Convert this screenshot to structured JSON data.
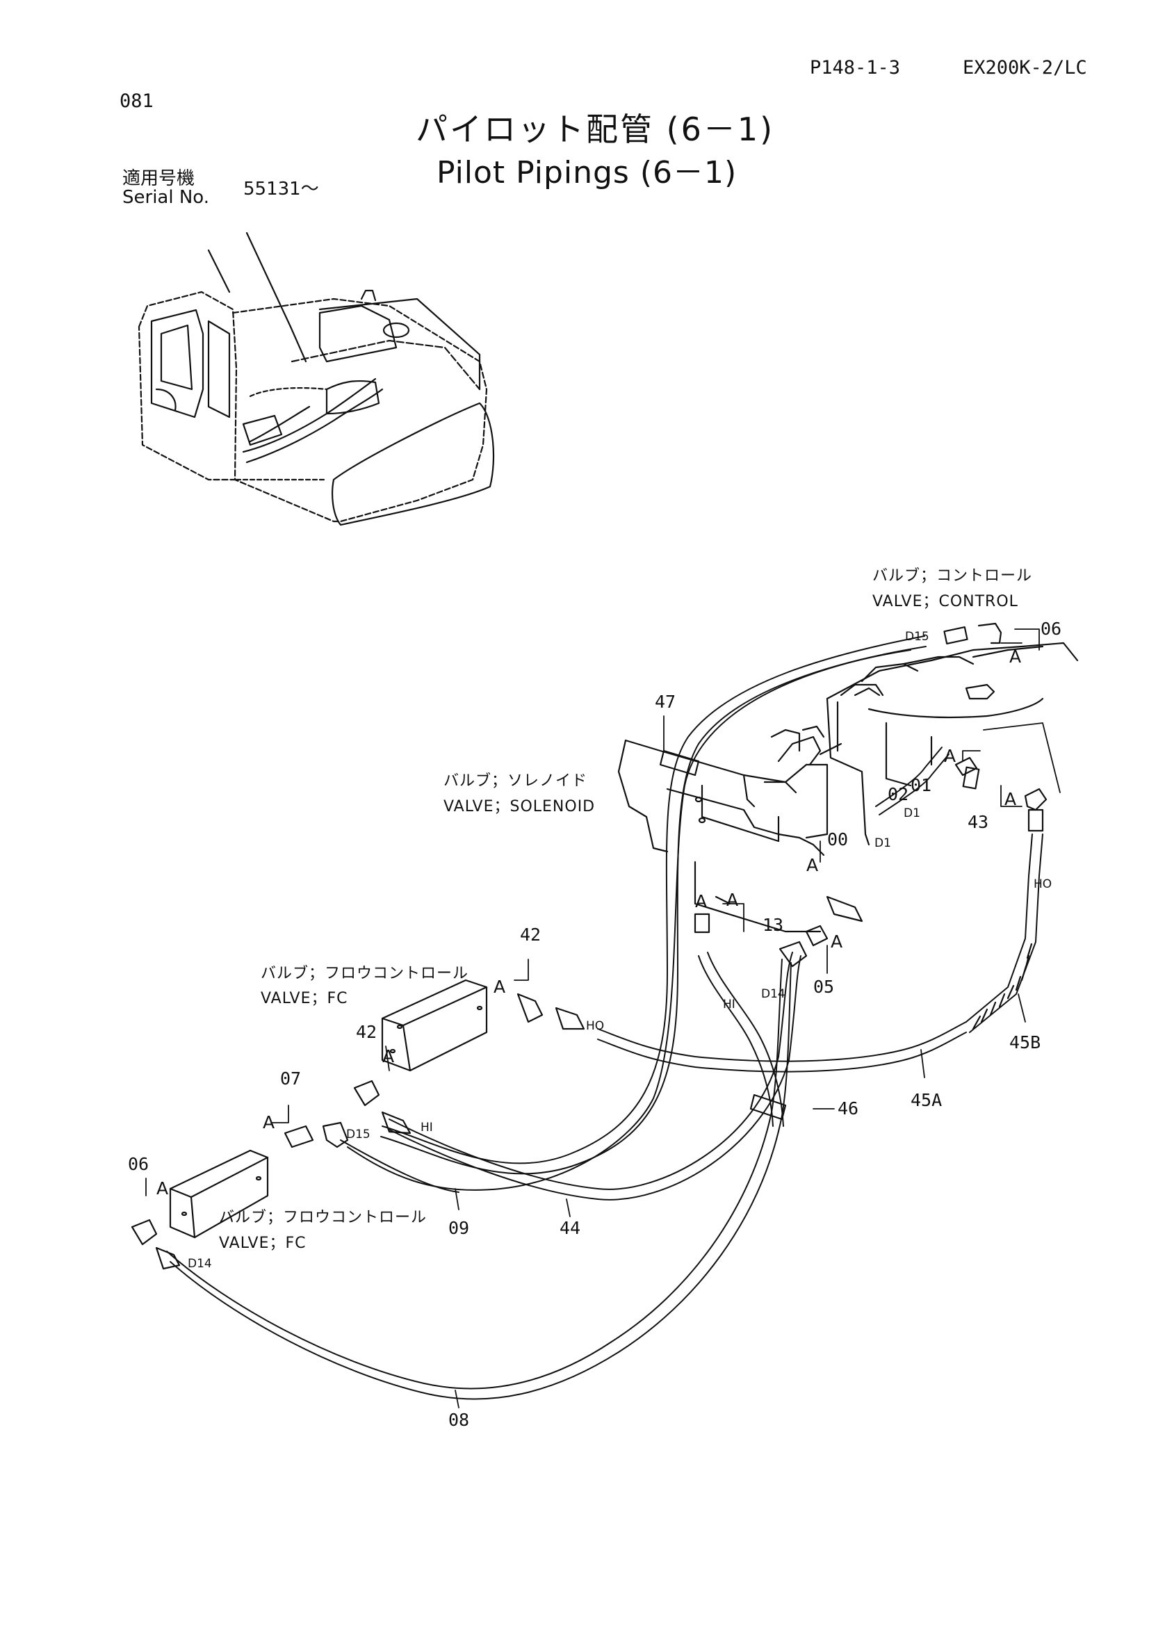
{
  "header": {
    "page_ref": "P148-1-3",
    "model": "EX200K-2/LC",
    "page_no": "081"
  },
  "title": {
    "jp": "パイロット配管 (6－1)",
    "en": "Pilot Pipings (6－1)"
  },
  "serial": {
    "label_jp": "適用号機",
    "label_en": "Serial No.",
    "value": "55131～"
  },
  "components": {
    "control_jp": "バルブ；コントロール",
    "control_en": "VALVE；CONTROL",
    "solenoid_jp": "バルブ；ソレノイド",
    "solenoid_en": "VALVE；SOLENOID",
    "fc1_jp": "バルブ；フロウコントロール",
    "fc1_en": "VALVE；FC",
    "fc2_jp": "バルブ；フロウコントロール",
    "fc2_en": "VALVE；FC"
  },
  "part_numbers": {
    "p06_top": "06",
    "p47": "47",
    "p01": "01",
    "p02": "02",
    "p43": "43",
    "p00": "00",
    "p13": "13",
    "p05": "05",
    "p42_top": "42",
    "p42_left": "42",
    "p07": "07",
    "p06_left": "06",
    "p46": "46",
    "p45a": "45A",
    "p45b": "45B",
    "p09": "09",
    "p44": "44",
    "p08": "08"
  },
  "callouts": {
    "a1": "A",
    "a2": "A",
    "a3": "A",
    "a4": "A",
    "a5": "A",
    "a6": "A",
    "a7": "A",
    "a8": "A",
    "a9": "A",
    "a10": "A",
    "a11": "A"
  },
  "hose_labels": {
    "d15_top": "D15",
    "d1_a": "D1",
    "d1_b": "D1",
    "d14_mid": "D14",
    "d15_left": "D15",
    "d14_left": "D14",
    "ho_right": "HO",
    "ho_mid": "HO",
    "hi_mid": "HI",
    "hi_left": "HI"
  }
}
